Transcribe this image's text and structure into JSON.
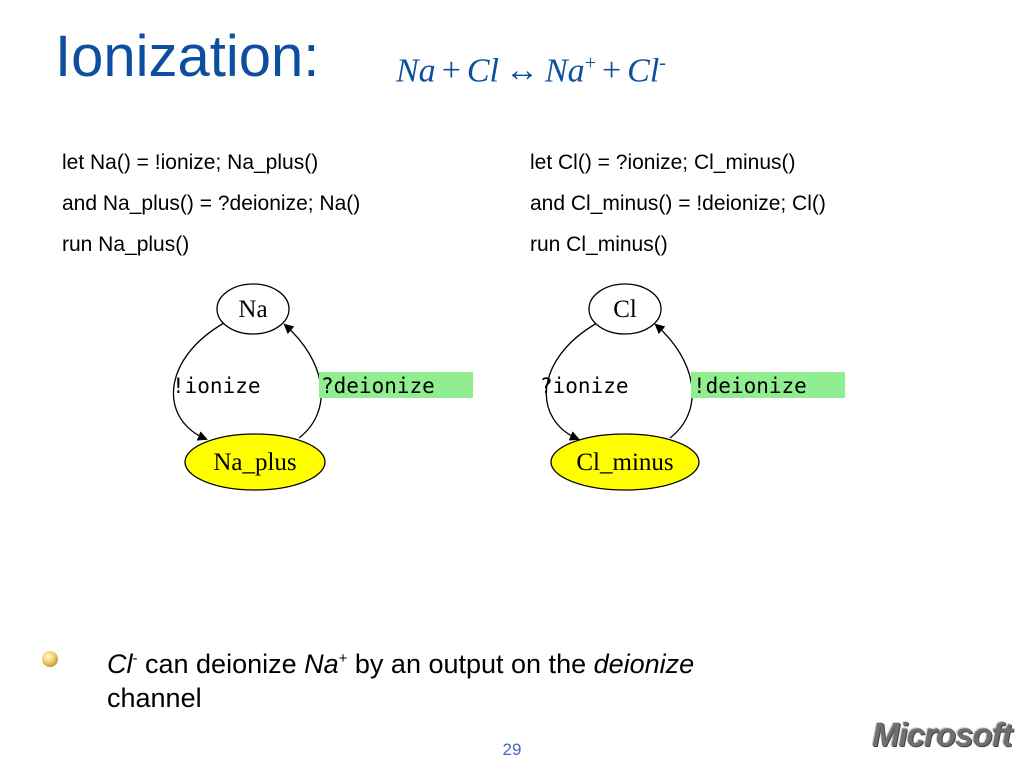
{
  "slide": {
    "title": "Ionization:",
    "equation": {
      "lhs1": "Na",
      "plus1": "+",
      "lhs2": "Cl",
      "arrow": "↔",
      "rhs1": "Na",
      "rhs1_sup": "+",
      "plus2": "+",
      "rhs2": "Cl",
      "rhs2_sup": "-"
    },
    "left_code": [
      "let Na() = !ionize; Na_plus()",
      "and Na_plus() = ?deionize; Na()",
      "run Na_plus()"
    ],
    "right_code": [
      "let Cl() = ?ionize; Cl_minus()",
      "and Cl_minus() = !deionize; Cl()",
      "run Cl_minus()"
    ],
    "left_diagram": {
      "top_node": "Na",
      "bottom_node": "Na_plus",
      "left_edge": "!ionize",
      "right_edge": "?deionize"
    },
    "right_diagram": {
      "top_node": "Cl",
      "bottom_node": "Cl_minus",
      "left_edge": "?ionize",
      "right_edge": "!deionize"
    },
    "bullet": {
      "subject": "Cl",
      "subject_sup": "-",
      "text1": " can deionize ",
      "object": "Na",
      "object_sup": "+",
      "text2": " by an output on the ",
      "channel": "deionize",
      "text3": "channel"
    },
    "page_number": "29",
    "logo": "Microsoft",
    "colors": {
      "title": "#0d4f9e",
      "highlight_node": "#ffff00",
      "highlight_label": "#90ee90",
      "page_number": "#4466bb"
    }
  }
}
